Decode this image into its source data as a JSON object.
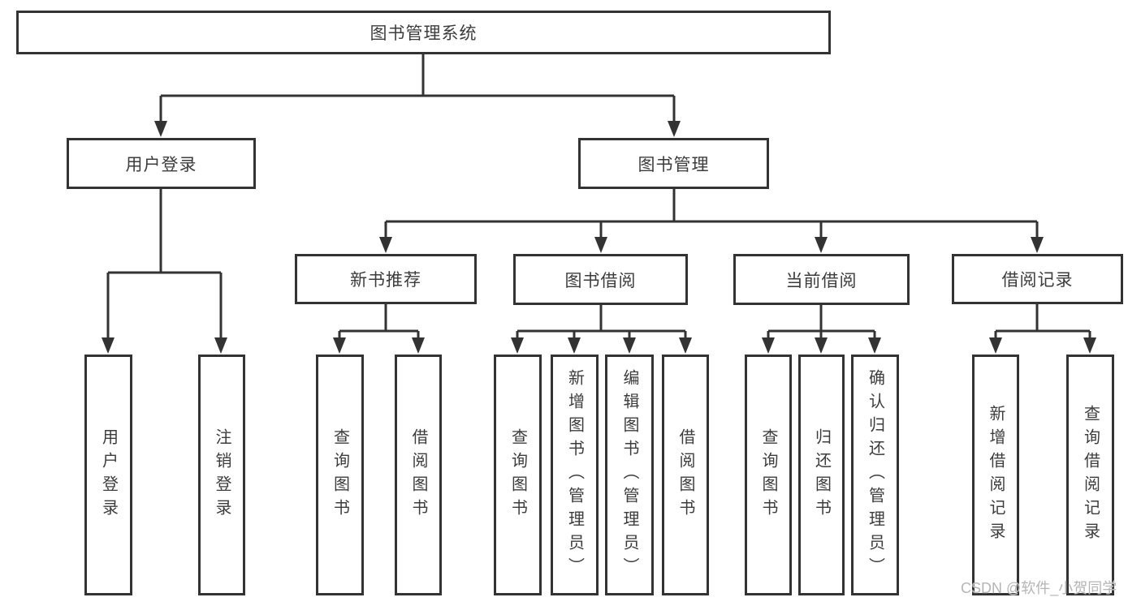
{
  "diagram": {
    "root": {
      "label": "图书管理系统"
    },
    "level2": [
      {
        "label": "用户登录"
      },
      {
        "label": "图书管理"
      }
    ],
    "level3": [
      {
        "label": "新书推荐"
      },
      {
        "label": "图书借阅"
      },
      {
        "label": "当前借阅"
      },
      {
        "label": "借阅记录"
      }
    ],
    "leaves": [
      {
        "label": "用户登录"
      },
      {
        "label": "注销登录"
      },
      {
        "label": "查询图书"
      },
      {
        "label": "借阅图书"
      },
      {
        "label": "查询图书"
      },
      {
        "label": "新增图书（管理员）"
      },
      {
        "label": "编辑图书（管理员）"
      },
      {
        "label": "借阅图书"
      },
      {
        "label": "查询图书"
      },
      {
        "label": "归还图书"
      },
      {
        "label": "确认归还（管理员）"
      },
      {
        "label": "新增借阅记录"
      },
      {
        "label": "查询借阅记录"
      }
    ]
  },
  "watermark": {
    "text": "CSDN @软件_小贺同学"
  },
  "colors": {
    "line": "#333333",
    "text": "#3c3c3c",
    "watermark": "#b5b5b5",
    "background": "#ffffff"
  }
}
